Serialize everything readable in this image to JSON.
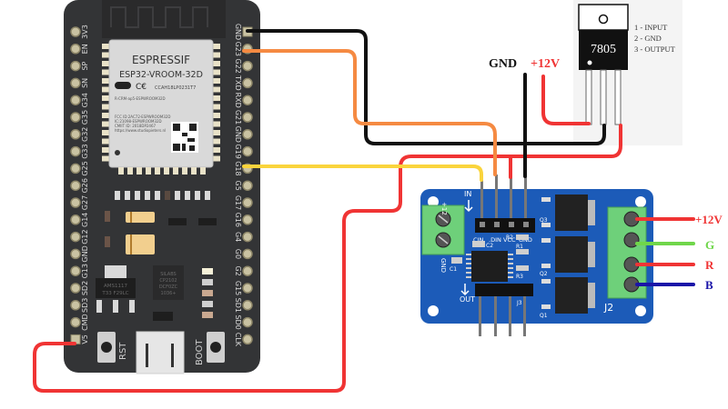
{
  "esp32": {
    "module_brand": "ESPRESSIF",
    "module_model": "ESP32-VROOM-32D",
    "cert_line": "CCAH18LP0231T7",
    "kc_line": "R-CRM-ap5-ESPWROOM32D",
    "fcc_lines": [
      "FCC ID:2AC72-ESPWROOM32D",
      "IC:21098-ESPWROOM32D",
      "CMIIT ID: 2018DP2467",
      "https://www.studiopieters.nl"
    ],
    "left_pins": [
      "3V3",
      "EN",
      "SP",
      "SN",
      "G34",
      "G35",
      "G32",
      "G33",
      "G25",
      "G26",
      "G27",
      "G14",
      "G12",
      "GND",
      "G13",
      "SD2",
      "SD3",
      "CMD",
      "V5"
    ],
    "right_pins": [
      "GND",
      "G23",
      "G22",
      "TXD",
      "RXD",
      "G21",
      "GND",
      "G19",
      "G18",
      "G5",
      "G17",
      "G16",
      "G4",
      "G0",
      "G2",
      "G15",
      "SD1",
      "SD0",
      "CLK"
    ],
    "regulator_text": [
      "AMS1117",
      "T33 F29LC"
    ],
    "usb_chip_text": [
      "SILABS",
      "CP2102",
      "DCF0ZC",
      "1036+"
    ],
    "rst_label": "RST",
    "boot_label": "BOOT"
  },
  "regulator": {
    "part": "7805",
    "pinout": [
      "1 - INPUT",
      "2 - GND",
      "3 - OUTPUT"
    ]
  },
  "power_labels": {
    "gnd": "GND",
    "v12": "+12V"
  },
  "driver_board": {
    "input_label": "IN",
    "output_label": "OUT",
    "header_pins": [
      "CIN",
      ".DIN",
      "VCC",
      "GND"
    ],
    "power_terminal": [
      "+12",
      "GND"
    ],
    "components": [
      "C1",
      "C2",
      "R1",
      "R2",
      "R3",
      "Q1",
      "Q2",
      "Q3",
      "J2",
      "J3"
    ]
  },
  "led_outputs": [
    {
      "label": "+12V",
      "color": "#f03434"
    },
    {
      "label": "G",
      "color": "#6fd64a"
    },
    {
      "label": "R",
      "color": "#f03434"
    },
    {
      "label": "B",
      "color": "#1a14a8"
    }
  ],
  "wire_colors": {
    "gnd": "#111111",
    "data_g23": "#f58a42",
    "clock_g18": "#fad43c",
    "power": "#f03434"
  }
}
